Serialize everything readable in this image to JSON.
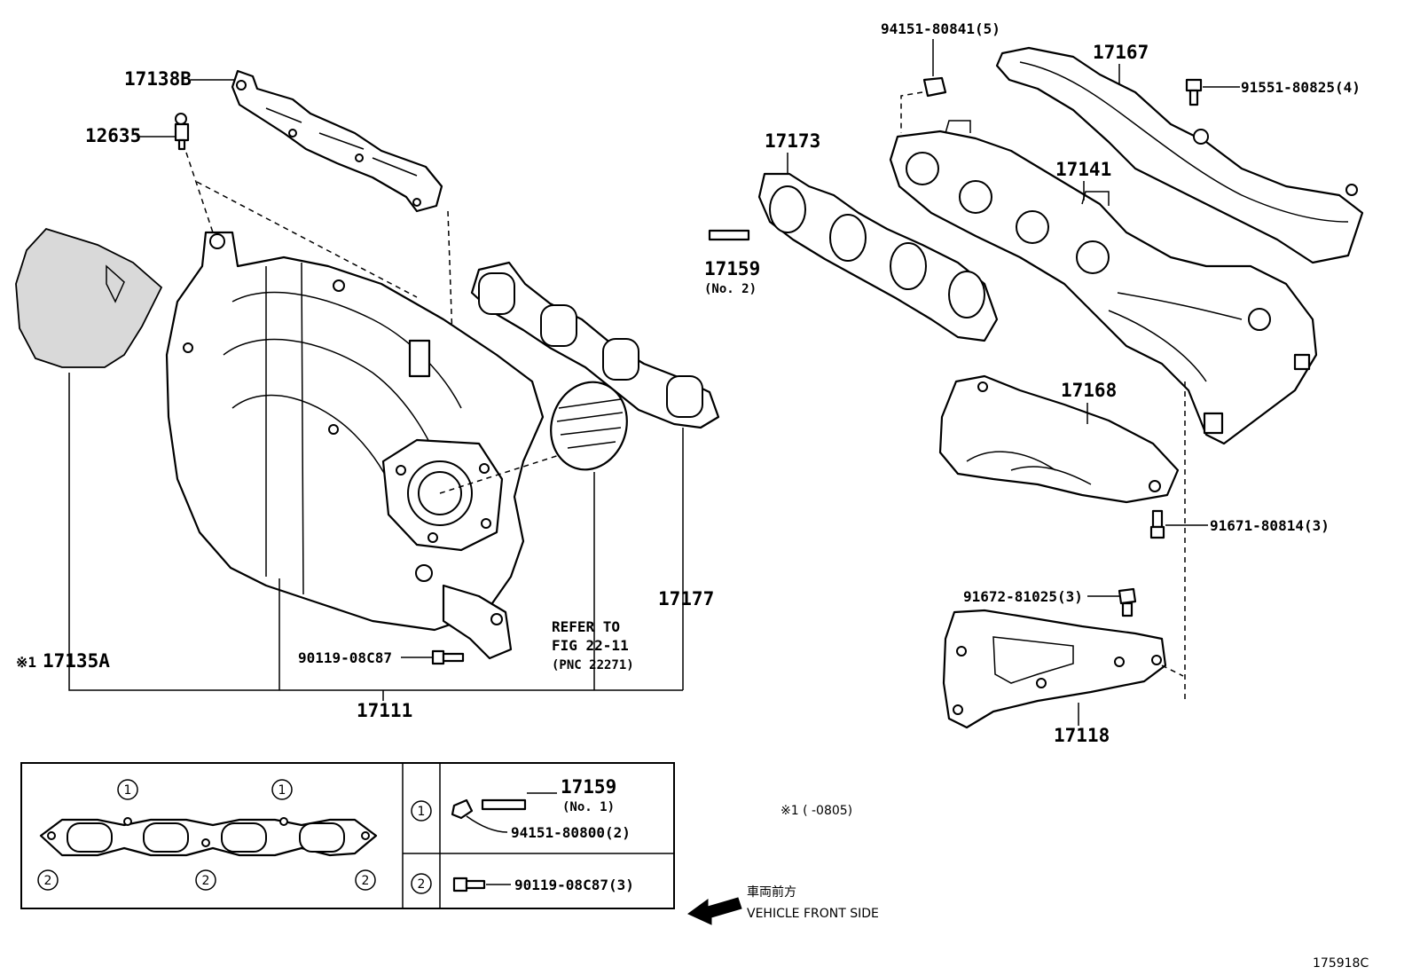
{
  "labels": {
    "p17138B": "17138B",
    "p12635": "12635",
    "p17135A": "17135A",
    "p17135A_mark": "※1",
    "p17111": "17111",
    "p90119_08C87": "90119-08C87",
    "refer_line1": "REFER TO",
    "refer_line2": "FIG 22-11",
    "refer_line3": "(PNC 22271)",
    "p17177": "17177",
    "p94151_80841": "94151-80841(5)",
    "p17167": "17167",
    "p91551_80825": "91551-80825(4)",
    "p17173": "17173",
    "p17141": "17141",
    "p17159_no2": "17159",
    "p17159_no2_sub": "(No. 2)",
    "p17168": "17168",
    "p91671_80814": "91671-80814(3)",
    "p91672_81025": "91672-81025(3)",
    "p17118": "17118",
    "note": "※1 (    -0805)",
    "front_jp": "車両前方",
    "front_en": "VEHICLE FRONT SIDE",
    "figure_id": "175918C"
  },
  "inset": {
    "marker1": "1",
    "marker2": "2",
    "row1_part": "17159",
    "row1_sub": "(No. 1)",
    "row1_part2": "94151-80800(2)",
    "row2_part": "90119-08C87(3)"
  }
}
